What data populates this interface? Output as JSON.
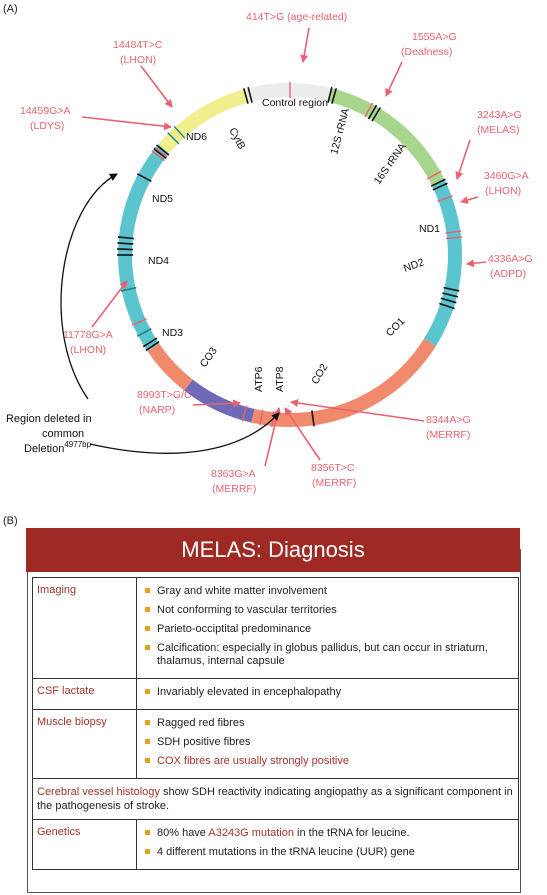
{
  "panel_a_label": "(A)",
  "panel_b_label": "(B)",
  "diagram": {
    "genes": {
      "control_region": "Control region",
      "cytb": "CytB",
      "nd6": "ND6",
      "nd5": "ND5",
      "nd4": "ND4",
      "nd3": "ND3",
      "co3": "CO3",
      "atp6": "ATP6",
      "atp8": "ATP8",
      "co2": "CO2",
      "co1": "CO1",
      "nd2": "ND2",
      "nd1": "ND1",
      "rrna12": "12S rRNA",
      "rrna16": "16S rRNA"
    },
    "mutations": [
      {
        "id": "m414",
        "line1": "414T>G (age-related)",
        "line2": ""
      },
      {
        "id": "m1555",
        "line1": "1555A>G",
        "line2": "(Deafness)"
      },
      {
        "id": "m3243",
        "line1": "3243A>G",
        "line2": "(MELAS)"
      },
      {
        "id": "m3460",
        "line1": "3460G>A",
        "line2": "(LHON)"
      },
      {
        "id": "m4336",
        "line1": "4336A>G",
        "line2": "(ADPD)"
      },
      {
        "id": "m8344",
        "line1": "8344A>G",
        "line2": "(MERRF)"
      },
      {
        "id": "m8356",
        "line1": "8356T>C",
        "line2": "(MERRF)"
      },
      {
        "id": "m8363",
        "line1": "8363G>A",
        "line2": "(MERRF)"
      },
      {
        "id": "m8993",
        "line1": "8993T>G/C",
        "line2": "(NARP)"
      },
      {
        "id": "m11778",
        "line1": "11778G>A",
        "line2": "(LHON)"
      },
      {
        "id": "m14459",
        "line1": "14459G>A",
        "line2": "(LDYS)"
      },
      {
        "id": "m14484",
        "line1": "14484T>C",
        "line2": "(LHON)"
      }
    ],
    "deletion_line1": "Region deleted in",
    "deletion_line2": "common",
    "deletion_line3": "Deletion",
    "deletion_sup": "4977bp",
    "colors": {
      "teal": "#5bc5cf",
      "green": "#a8d58c",
      "yellow": "#f1ee8e",
      "gray": "#ececec",
      "salmon": "#f18a6d",
      "purple": "#6e6ab8",
      "mutation": "#e8636f"
    }
  },
  "table": {
    "title": "MELAS: Diagnosis",
    "imaging": {
      "label": "Imaging",
      "items": [
        "Gray and white matter involvement",
        "Not conforming to vascular territories",
        "Parieto-occiptital predominance",
        "Calcification: especially in globus pallidus, but can occur in striaturn, thalamus, internal capsule"
      ]
    },
    "csf": {
      "label": "CSF lactate",
      "items": [
        "Invariably elevated in encephalopathy"
      ]
    },
    "muscle": {
      "label": "Muscle biopsy",
      "items": [
        "Ragged red fibres",
        "SDH positive fibres",
        "COX fibres are usually strongly positive"
      ]
    },
    "vessel": {
      "highlight": "Cerebral vessel histology",
      "rest": " show SDH reactivity indicating angiopathy as a significant component in the pathogenesis of stroke."
    },
    "genetics": {
      "label": "Genetics",
      "item1_pre": "80% have ",
      "item1_hl": "A3243G mutation",
      "item1_post": " in the tRNA for leucine.",
      "item2": "4 different mutations in the tRNA leucine (UUR) gene"
    }
  }
}
